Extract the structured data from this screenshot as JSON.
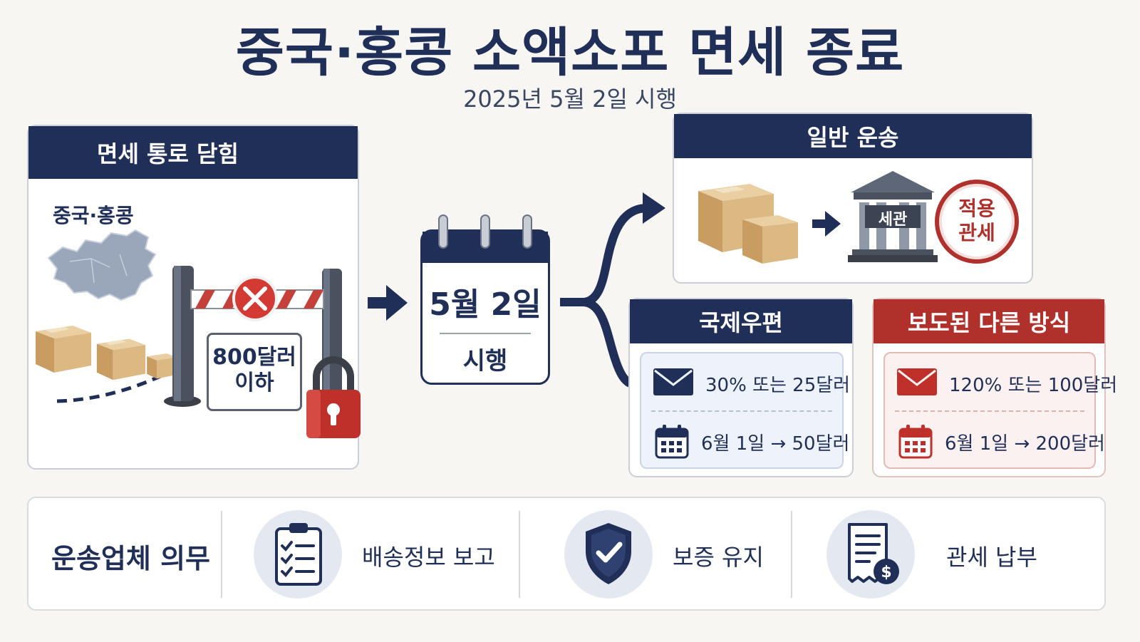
{
  "title": "중국·홍콩 소액소포 면세 종료",
  "subtitle": "2025년 5월 2일 시행",
  "left_panel": {
    "header": "면세 통로 닫힘",
    "region_label": "중국·홍콩",
    "sign_text": "800달러\n이하"
  },
  "calendar": {
    "date": "5월 2일",
    "caption": "시행"
  },
  "general_shipping": {
    "header": "일반 운송",
    "customs_label": "세관",
    "stamp_text": "적용\n관세"
  },
  "intl_mail": {
    "header": "국제우편",
    "row1": "30% 또는 25달러",
    "row2": "6월 1일 → 50달러"
  },
  "other_method": {
    "header": "보도된 다른 방식",
    "row1": "120% 또는 100달러",
    "row2": "6월 1일 → 200달러"
  },
  "carrier_duties": {
    "header": "운송업체 의무",
    "items": [
      {
        "label": "배송정보 보고",
        "icon": "clipboard-checklist-icon"
      },
      {
        "label": "보증 유지",
        "icon": "shield-check-icon"
      },
      {
        "label": "관세 납부",
        "icon": "receipt-dollar-icon"
      }
    ]
  },
  "colors": {
    "navy": "#1f2f57",
    "red": "#b0302c",
    "background": "#f7f6f2"
  }
}
